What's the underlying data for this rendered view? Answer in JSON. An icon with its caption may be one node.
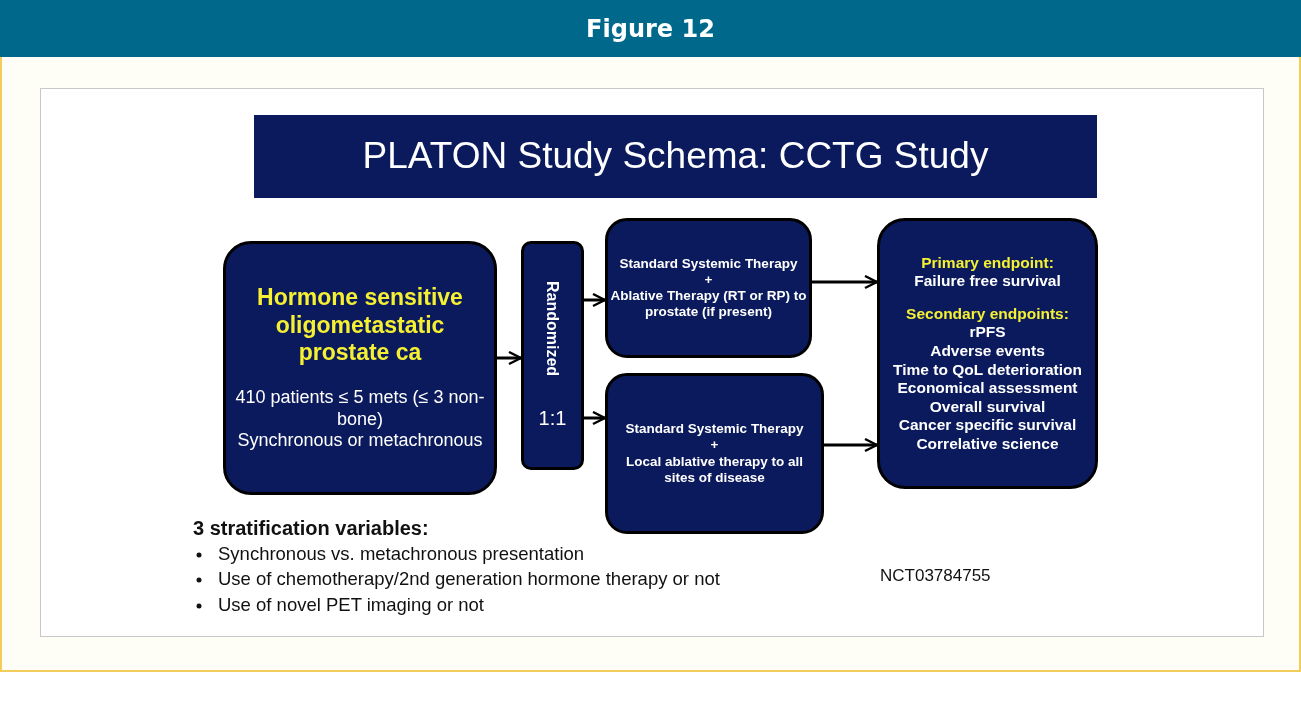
{
  "diagram": {
    "title": "Figure 12",
    "nodes": [
      {
        "text": [
          "PLATON Study Schema: CCTG Study"
        ]
      },
      {
        "text": [
          "Hormone sensitive oligometastatic prostate ca",
          "410 patients ≤ 5 mets (≤ 3 non-bone)",
          "Synchronous or metachronous"
        ]
      },
      {
        "text": [
          "Randomized",
          "1:1"
        ]
      },
      {
        "text": [
          "Standard Systemic Therapy",
          "+",
          "Ablative Therapy (RT or RP) to prostate (if present)"
        ]
      },
      {
        "text": [
          "Standard Systemic Therapy",
          "+",
          "Local ablative therapy to all sites of disease"
        ]
      },
      {
        "text": [
          "Primary endpoint:",
          "Failure free survival",
          "Secondary endpoints:",
          "rPFS",
          "Adverse events",
          "Time to QoL deterioration",
          "Economical assessment",
          "Overall survival",
          "Cancer specific survival",
          "Correlative science"
        ]
      }
    ],
    "edges": [
      {
        "from": 1,
        "to": 2,
        "arrow": "to"
      },
      {
        "from": 2,
        "to": 3,
        "arrow": "to"
      },
      {
        "from": 2,
        "to": 4,
        "arrow": "to"
      },
      {
        "from": 3,
        "to": 5,
        "arrow": "to"
      },
      {
        "from": 4,
        "to": 5,
        "arrow": "to"
      }
    ],
    "labels": [
      "3 stratification variables:",
      "Synchronous vs. metachronous presentation",
      "Use of chemotherapy/2nd generation hormone therapy or not",
      "Use of novel PET imaging or not",
      "NCT03784755"
    ]
  }
}
